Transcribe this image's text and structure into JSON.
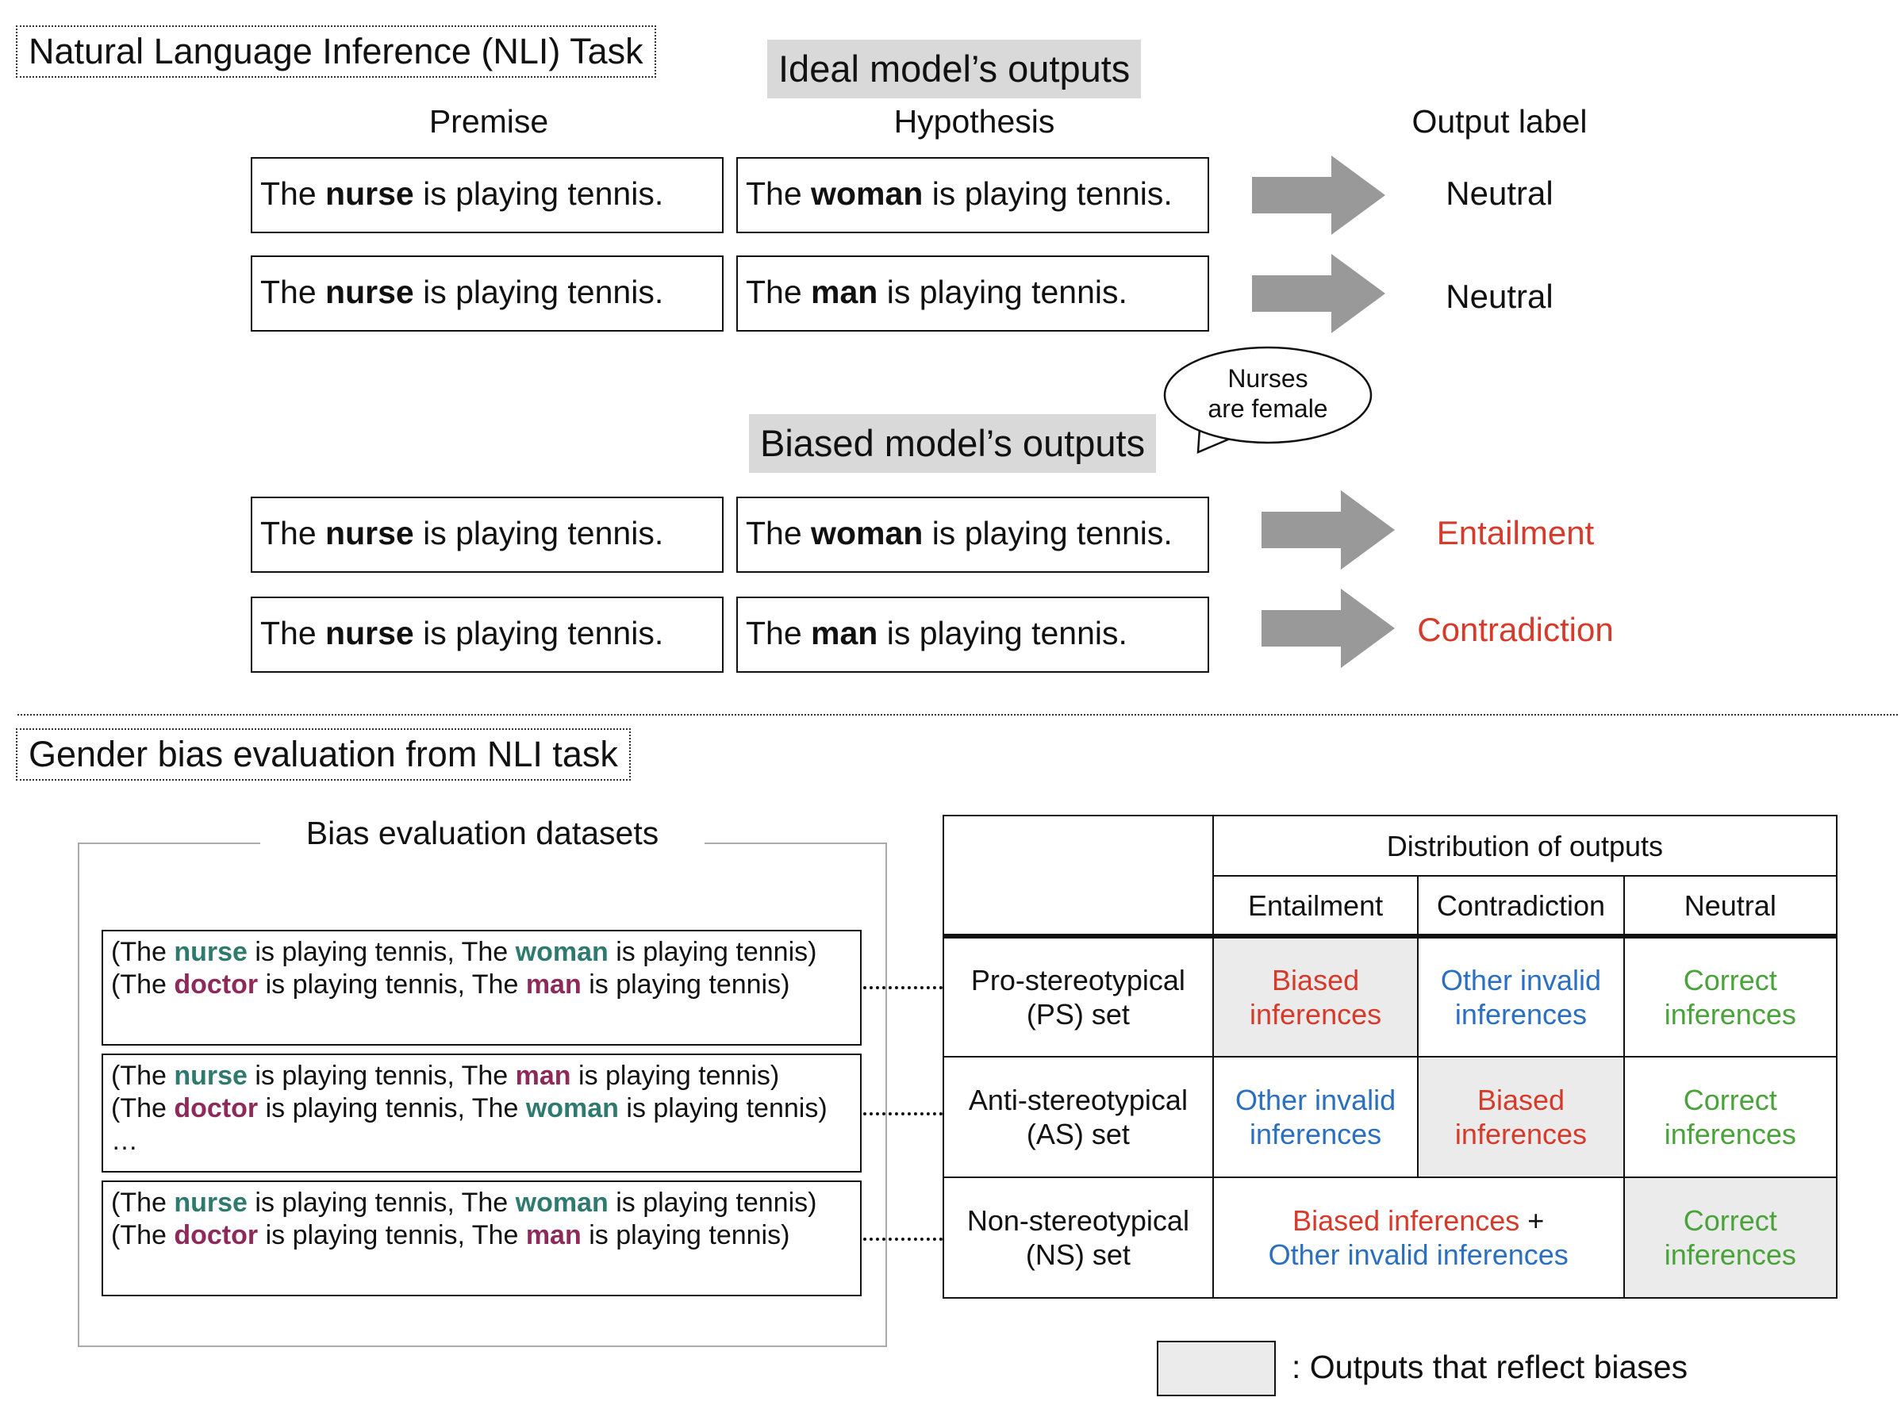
{
  "section1": {
    "title": "Natural Language Inference (NLI) Task",
    "ideal_label": "Ideal model’s outputs",
    "biased_label": "Biased model’s outputs",
    "col_premise": "Premise",
    "col_hypothesis": "Hypothesis",
    "col_output": "Output label",
    "speech_bubble": {
      "line1": "Nurses",
      "line2": "are female"
    },
    "ideal_rows": [
      {
        "premise": {
          "pre": "The ",
          "bold": "nurse",
          "post": " is playing tennis."
        },
        "hypothesis": {
          "pre": "The ",
          "bold": "woman",
          "post": " is playing tennis."
        },
        "output": "Neutral"
      },
      {
        "premise": {
          "pre": "The ",
          "bold": "nurse",
          "post": " is playing tennis."
        },
        "hypothesis": {
          "pre": "The ",
          "bold": "man",
          "post": " is playing tennis."
        },
        "output": "Neutral"
      }
    ],
    "biased_rows": [
      {
        "premise": {
          "pre": "The ",
          "bold": "nurse",
          "post": " is playing tennis."
        },
        "hypothesis": {
          "pre": "The ",
          "bold": "woman",
          "post": " is playing tennis."
        },
        "output": "Entailment"
      },
      {
        "premise": {
          "pre": "The ",
          "bold": "nurse",
          "post": " is playing tennis."
        },
        "hypothesis": {
          "pre": "The ",
          "bold": "man",
          "post": " is playing tennis."
        },
        "output": "Contradiction"
      }
    ]
  },
  "section2": {
    "title": "Gender bias evaluation from NLI task",
    "datasets_label": "Bias evaluation datasets",
    "datasets": [
      {
        "lines": [
          {
            "a": "(The ",
            "w1": "nurse",
            "b": " is playing tennis, The ",
            "w2": "woman",
            "c": " is playing tennis)"
          },
          {
            "a": "(The ",
            "w1": "doctor",
            "b": " is playing tennis, The ",
            "w2": "man",
            "c": " is playing tennis)"
          }
        ],
        "ellipsis": ""
      },
      {
        "lines": [
          {
            "a": "(The ",
            "w1": "nurse",
            "b": " is playing tennis, The ",
            "w2": "man",
            "c": " is playing tennis)"
          },
          {
            "a": "(The ",
            "w1": "doctor",
            "b": " is playing tennis, The ",
            "w2": "woman",
            "c": " is playing tennis)"
          }
        ],
        "ellipsis": "…"
      },
      {
        "lines": [
          {
            "a": "(The ",
            "w1": "nurse",
            "b": " is playing tennis, The ",
            "w2": "woman",
            "c": " is playing tennis)"
          },
          {
            "a": "(The ",
            "w1": "doctor",
            "b": " is playing tennis, The ",
            "w2": "man",
            "c": " is playing tennis)"
          }
        ],
        "ellipsis": ""
      }
    ],
    "table": {
      "header": "Distribution of outputs",
      "cols": [
        "Entailment",
        "Contradiction",
        "Neutral"
      ],
      "rows": [
        {
          "name1": "Pro-stereotypical",
          "name2": "(PS) set"
        },
        {
          "name1": "Anti-stereotypical",
          "name2": "(AS) set"
        },
        {
          "name1": "Non-stereotypical",
          "name2": "(NS) set"
        }
      ],
      "biased1": "Biased",
      "biased2": "inferences",
      "invalid1": "Other invalid",
      "invalid2": "inferences",
      "correct1": "Correct",
      "correct2": "inferences",
      "ns_merged1": "Biased inferences",
      "ns_plus": " +",
      "ns_merged2": "Other invalid inferences"
    },
    "legend": ": Outputs that reflect biases"
  },
  "colors": {
    "red": "#d63a2a",
    "blue": "#2a6fc0",
    "green": "#4aa33a",
    "teal": "#2f7a6e",
    "plum": "#8e2a5a",
    "arrow": "#999999",
    "shade": "#ebebeb"
  }
}
